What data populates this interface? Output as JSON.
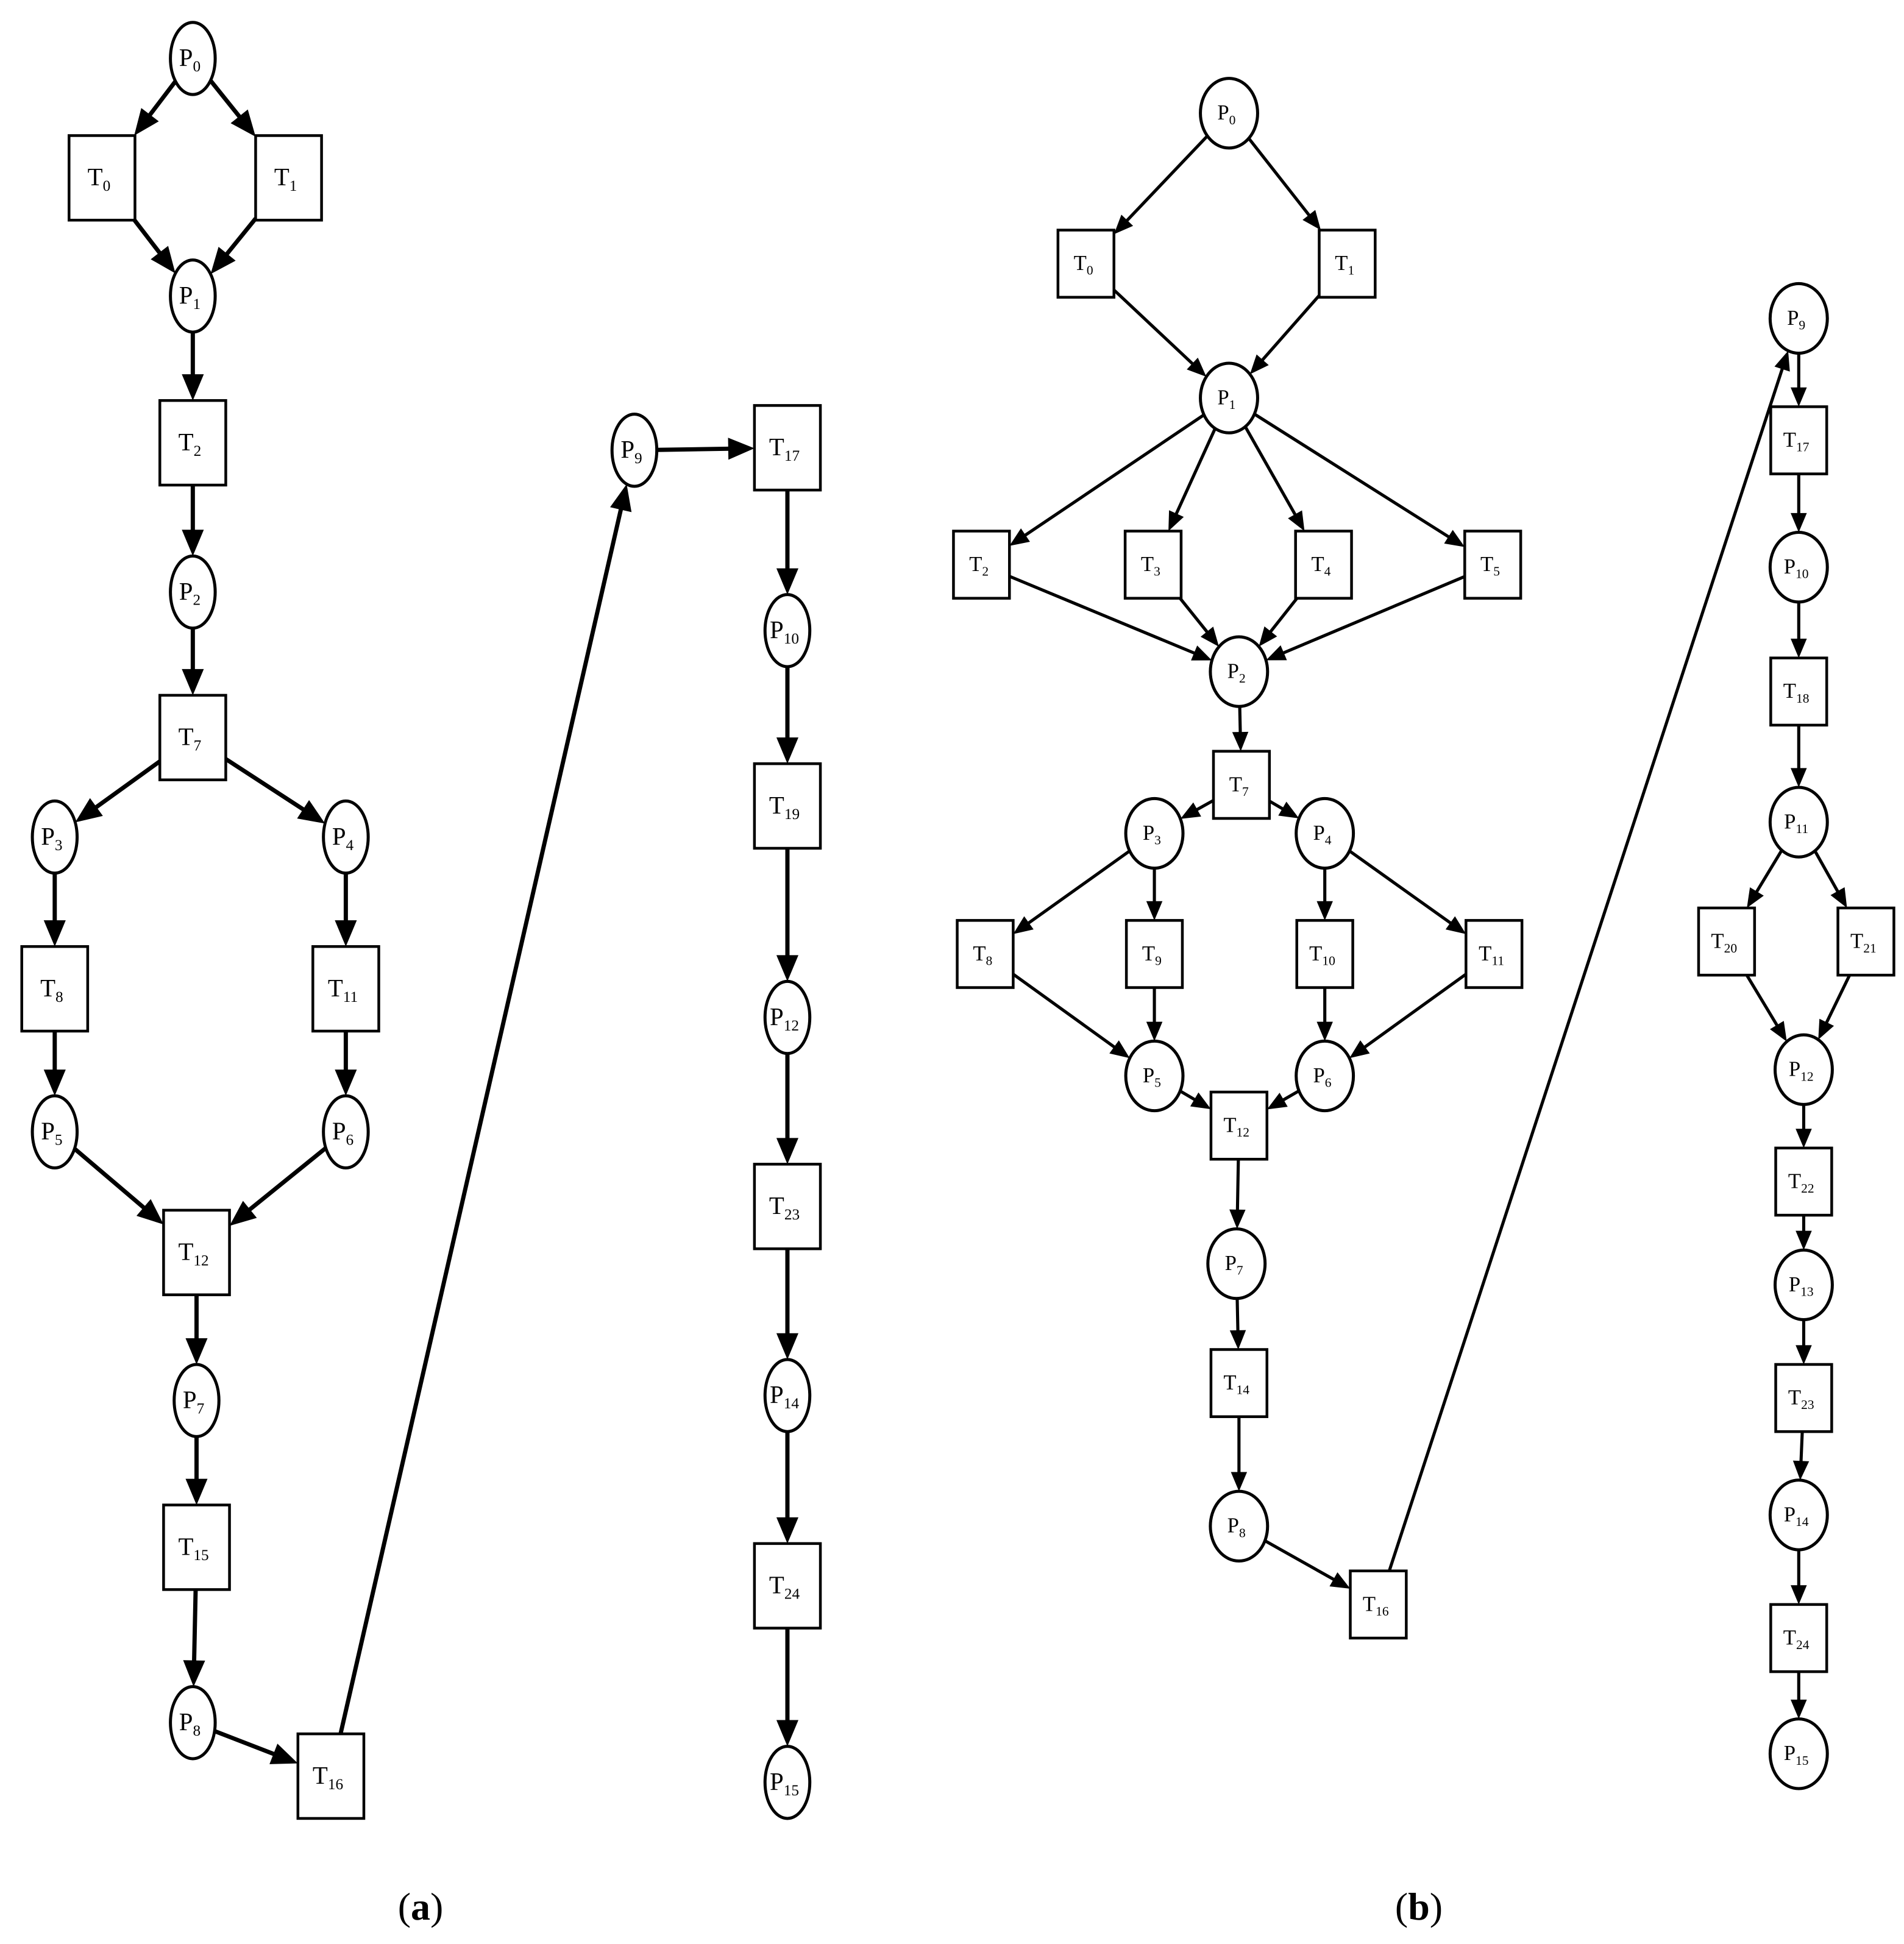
{
  "colors": {
    "stroke": "#000000",
    "fill": "#ffffff"
  },
  "panels": [
    {
      "id": "a",
      "caption": {
        "open": "(",
        "letter": "a",
        "close": ")"
      },
      "places": [
        {
          "id": "a-P0",
          "base": "P",
          "sub": "0"
        },
        {
          "id": "a-P1",
          "base": "P",
          "sub": "1"
        },
        {
          "id": "a-P2",
          "base": "P",
          "sub": "2"
        },
        {
          "id": "a-P3",
          "base": "P",
          "sub": "3"
        },
        {
          "id": "a-P4",
          "base": "P",
          "sub": "4"
        },
        {
          "id": "a-P5",
          "base": "P",
          "sub": "5"
        },
        {
          "id": "a-P6",
          "base": "P",
          "sub": "6"
        },
        {
          "id": "a-P7",
          "base": "P",
          "sub": "7"
        },
        {
          "id": "a-P8",
          "base": "P",
          "sub": "8"
        },
        {
          "id": "a-P9",
          "base": "P",
          "sub": "9"
        },
        {
          "id": "a-P10",
          "base": "P",
          "sub": "10"
        },
        {
          "id": "a-P12",
          "base": "P",
          "sub": "12"
        },
        {
          "id": "a-P14",
          "base": "P",
          "sub": "14"
        },
        {
          "id": "a-P15",
          "base": "P",
          "sub": "15"
        }
      ],
      "transitions": [
        {
          "id": "a-T0",
          "base": "T",
          "sub": "0"
        },
        {
          "id": "a-T1",
          "base": "T",
          "sub": "1"
        },
        {
          "id": "a-T2",
          "base": "T",
          "sub": "2"
        },
        {
          "id": "a-T7",
          "base": "T",
          "sub": "7"
        },
        {
          "id": "a-T8",
          "base": "T",
          "sub": "8"
        },
        {
          "id": "a-T11",
          "base": "T",
          "sub": "11"
        },
        {
          "id": "a-T12",
          "base": "T",
          "sub": "12"
        },
        {
          "id": "a-T15",
          "base": "T",
          "sub": "15"
        },
        {
          "id": "a-T16",
          "base": "T",
          "sub": "16"
        },
        {
          "id": "a-T17",
          "base": "T",
          "sub": "17"
        },
        {
          "id": "a-T19",
          "base": "T",
          "sub": "19"
        },
        {
          "id": "a-T23",
          "base": "T",
          "sub": "23"
        },
        {
          "id": "a-T24",
          "base": "T",
          "sub": "24"
        }
      ],
      "arcs": [
        [
          "a-P0",
          "a-T0"
        ],
        [
          "a-P0",
          "a-T1"
        ],
        [
          "a-T0",
          "a-P1"
        ],
        [
          "a-T1",
          "a-P1"
        ],
        [
          "a-P1",
          "a-T2"
        ],
        [
          "a-T2",
          "a-P2"
        ],
        [
          "a-P2",
          "a-T7"
        ],
        [
          "a-T7",
          "a-P3"
        ],
        [
          "a-T7",
          "a-P4"
        ],
        [
          "a-P3",
          "a-T8"
        ],
        [
          "a-P4",
          "a-T11"
        ],
        [
          "a-T8",
          "a-P5"
        ],
        [
          "a-T11",
          "a-P6"
        ],
        [
          "a-P5",
          "a-T12"
        ],
        [
          "a-P6",
          "a-T12"
        ],
        [
          "a-T12",
          "a-P7"
        ],
        [
          "a-P7",
          "a-T15"
        ],
        [
          "a-T15",
          "a-P8"
        ],
        [
          "a-P8",
          "a-T16"
        ],
        [
          "a-T16",
          "a-P9"
        ],
        [
          "a-P9",
          "a-T17"
        ],
        [
          "a-T17",
          "a-P10"
        ],
        [
          "a-P10",
          "a-T19"
        ],
        [
          "a-T19",
          "a-P12"
        ],
        [
          "a-P12",
          "a-T23"
        ],
        [
          "a-T23",
          "a-P14"
        ],
        [
          "a-P14",
          "a-T24"
        ],
        [
          "a-T24",
          "a-P15"
        ]
      ]
    },
    {
      "id": "b",
      "caption": {
        "open": "(",
        "letter": "b",
        "close": ")"
      },
      "places": [
        {
          "id": "b-P0",
          "base": "P",
          "sub": "0"
        },
        {
          "id": "b-P1",
          "base": "P",
          "sub": "1"
        },
        {
          "id": "b-P2",
          "base": "P",
          "sub": "2"
        },
        {
          "id": "b-P3",
          "base": "P",
          "sub": "3"
        },
        {
          "id": "b-P4",
          "base": "P",
          "sub": "4"
        },
        {
          "id": "b-P5",
          "base": "P",
          "sub": "5"
        },
        {
          "id": "b-P6",
          "base": "P",
          "sub": "6"
        },
        {
          "id": "b-P7",
          "base": "P",
          "sub": "7"
        },
        {
          "id": "b-P8",
          "base": "P",
          "sub": "8"
        },
        {
          "id": "b-P9",
          "base": "P",
          "sub": "9"
        },
        {
          "id": "b-P10",
          "base": "P",
          "sub": "10"
        },
        {
          "id": "b-P11",
          "base": "P",
          "sub": "11"
        },
        {
          "id": "b-P12",
          "base": "P",
          "sub": "12"
        },
        {
          "id": "b-P13",
          "base": "P",
          "sub": "13"
        },
        {
          "id": "b-P14",
          "base": "P",
          "sub": "14"
        },
        {
          "id": "b-P15",
          "base": "P",
          "sub": "15"
        }
      ],
      "transitions": [
        {
          "id": "b-T0",
          "base": "T",
          "sub": "0"
        },
        {
          "id": "b-T1",
          "base": "T",
          "sub": "1"
        },
        {
          "id": "b-T2",
          "base": "T",
          "sub": "2"
        },
        {
          "id": "b-T3",
          "base": "T",
          "sub": "3"
        },
        {
          "id": "b-T4",
          "base": "T",
          "sub": "4"
        },
        {
          "id": "b-T5",
          "base": "T",
          "sub": "5"
        },
        {
          "id": "b-T7",
          "base": "T",
          "sub": "7"
        },
        {
          "id": "b-T8",
          "base": "T",
          "sub": "8"
        },
        {
          "id": "b-T9",
          "base": "T",
          "sub": "9"
        },
        {
          "id": "b-T10",
          "base": "T",
          "sub": "10"
        },
        {
          "id": "b-T11",
          "base": "T",
          "sub": "11"
        },
        {
          "id": "b-T12",
          "base": "T",
          "sub": "12"
        },
        {
          "id": "b-T14",
          "base": "T",
          "sub": "14"
        },
        {
          "id": "b-T16",
          "base": "T",
          "sub": "16"
        },
        {
          "id": "b-T17",
          "base": "T",
          "sub": "17"
        },
        {
          "id": "b-T18",
          "base": "T",
          "sub": "18"
        },
        {
          "id": "b-T20",
          "base": "T",
          "sub": "20"
        },
        {
          "id": "b-T21",
          "base": "T",
          "sub": "21"
        },
        {
          "id": "b-T22",
          "base": "T",
          "sub": "22"
        },
        {
          "id": "b-T23",
          "base": "T",
          "sub": "23"
        },
        {
          "id": "b-T24",
          "base": "T",
          "sub": "24"
        }
      ],
      "arcs": [
        [
          "b-P0",
          "b-T0"
        ],
        [
          "b-P0",
          "b-T1"
        ],
        [
          "b-T0",
          "b-P1"
        ],
        [
          "b-T1",
          "b-P1"
        ],
        [
          "b-P1",
          "b-T2"
        ],
        [
          "b-P1",
          "b-T3"
        ],
        [
          "b-P1",
          "b-T4"
        ],
        [
          "b-P1",
          "b-T5"
        ],
        [
          "b-T2",
          "b-P2"
        ],
        [
          "b-T3",
          "b-P2"
        ],
        [
          "b-T4",
          "b-P2"
        ],
        [
          "b-T5",
          "b-P2"
        ],
        [
          "b-P2",
          "b-T7"
        ],
        [
          "b-T7",
          "b-P3"
        ],
        [
          "b-T7",
          "b-P4"
        ],
        [
          "b-P3",
          "b-T8"
        ],
        [
          "b-P3",
          "b-T9"
        ],
        [
          "b-P4",
          "b-T10"
        ],
        [
          "b-P4",
          "b-T11"
        ],
        [
          "b-T8",
          "b-P5"
        ],
        [
          "b-T9",
          "b-P5"
        ],
        [
          "b-T10",
          "b-P6"
        ],
        [
          "b-T11",
          "b-P6"
        ],
        [
          "b-P5",
          "b-T12"
        ],
        [
          "b-P6",
          "b-T12"
        ],
        [
          "b-T12",
          "b-P7"
        ],
        [
          "b-P7",
          "b-T14"
        ],
        [
          "b-T14",
          "b-P8"
        ],
        [
          "b-P8",
          "b-T16"
        ],
        [
          "b-T16",
          "b-P9"
        ],
        [
          "b-P9",
          "b-T17"
        ],
        [
          "b-T17",
          "b-P10"
        ],
        [
          "b-P10",
          "b-T18"
        ],
        [
          "b-T18",
          "b-P11"
        ],
        [
          "b-P11",
          "b-T20"
        ],
        [
          "b-P11",
          "b-T21"
        ],
        [
          "b-T20",
          "b-P12"
        ],
        [
          "b-T21",
          "b-P12"
        ],
        [
          "b-P12",
          "b-T22"
        ],
        [
          "b-T22",
          "b-P13"
        ],
        [
          "b-P13",
          "b-T23"
        ],
        [
          "b-T23",
          "b-P14"
        ],
        [
          "b-P14",
          "b-T24"
        ],
        [
          "b-T24",
          "b-P15"
        ]
      ]
    }
  ]
}
